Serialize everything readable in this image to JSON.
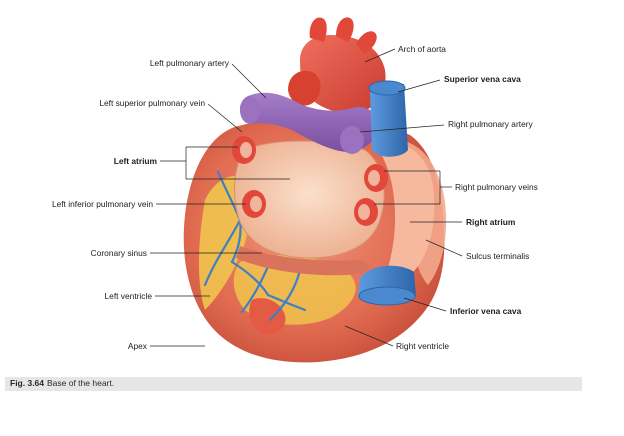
{
  "labels": {
    "arch_of_aorta": "Arch of aorta",
    "left_pulmonary_artery": "Left pulmonary artery",
    "superior_vena_cava": "Superior vena cava",
    "left_superior_pulmonary_vein": "Left superior pulmonary vein",
    "right_pulmonary_artery": "Right pulmonary artery",
    "left_atrium": "Left atrium",
    "right_pulmonary_veins": "Right pulmonary veins",
    "left_inferior_pulmonary_vein": "Left inferior pulmonary vein",
    "right_atrium": "Right atrium",
    "coronary_sinus": "Coronary sinus",
    "sulcus_terminalis": "Sulcus terminalis",
    "left_ventricle": "Left ventricle",
    "inferior_vena_cava": "Inferior vena cava",
    "apex": "Apex",
    "right_ventricle": "Right ventricle"
  },
  "caption": {
    "number": "Fig. 3.64",
    "text": "Base of the heart."
  },
  "colors": {
    "aorta": "#e2483a",
    "pulmonary_artery": "#8f63b5",
    "vena_cava": "#3f7fc4",
    "heart_muscle": "#e2725a",
    "atrium": "#f3c2a6",
    "fat": "#f1c94c",
    "caption_bar": "#e6e6e6"
  }
}
